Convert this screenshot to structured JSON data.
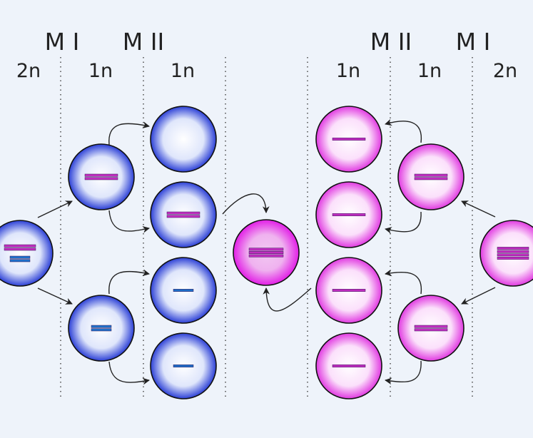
{
  "colors": {
    "background": "#eef3fa",
    "male_cell_rim": "#2b3fd6",
    "male_cell_center": "#ffffff",
    "female_cell_rim": "#e13ae1",
    "female_cell_center": "#ffffff",
    "zygote_rim": "#e21ee6",
    "zygote_center": "#f2c8f2",
    "chromosome_maternal": "#c02ec0",
    "chromosome_paternal": "#1f6fc9",
    "divider": "#555555",
    "arrow": "#222222"
  },
  "stage_labels": {
    "left": [
      {
        "id": "mI",
        "text": "M I"
      },
      {
        "id": "mII",
        "text": "M II"
      }
    ],
    "right": [
      {
        "id": "mII",
        "text": "M II"
      },
      {
        "id": "mI",
        "text": "M I"
      }
    ]
  },
  "ploidy_labels": {
    "left": [
      {
        "id": "p0",
        "text": "2n"
      },
      {
        "id": "p1",
        "text": "1n"
      },
      {
        "id": "p2",
        "text": "1n"
      }
    ],
    "right": [
      {
        "id": "p3",
        "text": "1n"
      },
      {
        "id": "p4",
        "text": "1n"
      },
      {
        "id": "p5",
        "text": "2n"
      }
    ]
  },
  "cells": {
    "male_parent": {
      "chromosomes": [
        "maternal",
        "maternal",
        "paternal",
        "paternal"
      ]
    },
    "male_meiosis1": [
      {
        "chromosomes": [
          "maternal",
          "maternal"
        ]
      },
      {
        "chromosomes": [
          "paternal",
          "paternal"
        ]
      }
    ],
    "male_gametes": [
      {
        "chromosomes": []
      },
      {
        "chromosomes": [
          "maternal",
          "maternal"
        ]
      },
      {
        "chromosomes": [
          "paternal"
        ]
      },
      {
        "chromosomes": [
          "paternal"
        ]
      }
    ],
    "zygote": {
      "chromosomes": [
        "maternal",
        "maternal",
        "maternal"
      ]
    },
    "female_gametes": [
      {
        "chromosomes": [
          "maternal"
        ]
      },
      {
        "chromosomes": [
          "maternal"
        ]
      },
      {
        "chromosomes": [
          "maternal"
        ]
      },
      {
        "chromosomes": [
          "maternal"
        ]
      }
    ],
    "female_meiosis1": [
      {
        "chromosomes": [
          "maternal",
          "maternal"
        ]
      },
      {
        "chromosomes": [
          "maternal",
          "maternal"
        ]
      }
    ],
    "female_parent": {
      "chromosomes": [
        "maternal",
        "maternal",
        "maternal",
        "maternal"
      ]
    }
  }
}
